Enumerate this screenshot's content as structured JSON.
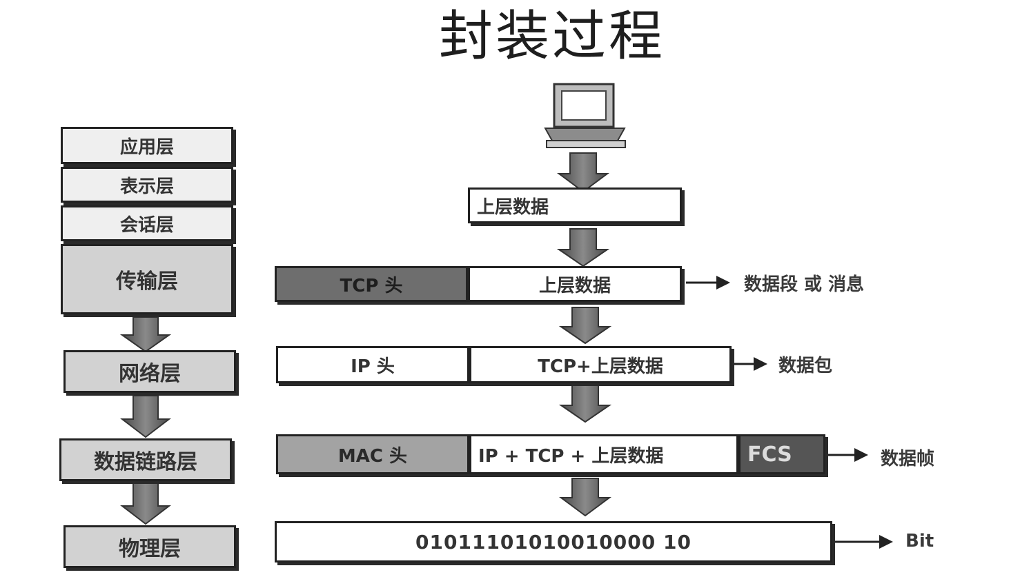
{
  "title": "封装过程",
  "osi_layers": [
    "应用层",
    "表示层",
    "会话层",
    "传输层",
    "网络层",
    "数据链路层",
    "物理层"
  ],
  "encap": {
    "upper": "上层数据",
    "transport": {
      "header": "TCP 头",
      "data": "上层数据",
      "pdu": "数据段 或 消息"
    },
    "network": {
      "header": "IP 头",
      "data": "TCP+上层数据",
      "pdu": "数据包"
    },
    "datalink": {
      "header": "MAC 头",
      "data": "IP + TCP + 上层数据",
      "trailer": "FCS",
      "pdu": "数据帧"
    },
    "physical": {
      "bits": "01011101010010000 10",
      "pdu": "Bit"
    }
  },
  "icons": {
    "computer": "computer-icon",
    "down_arrow": "down-arrow-icon",
    "right_arrow": "right-arrow-icon"
  }
}
